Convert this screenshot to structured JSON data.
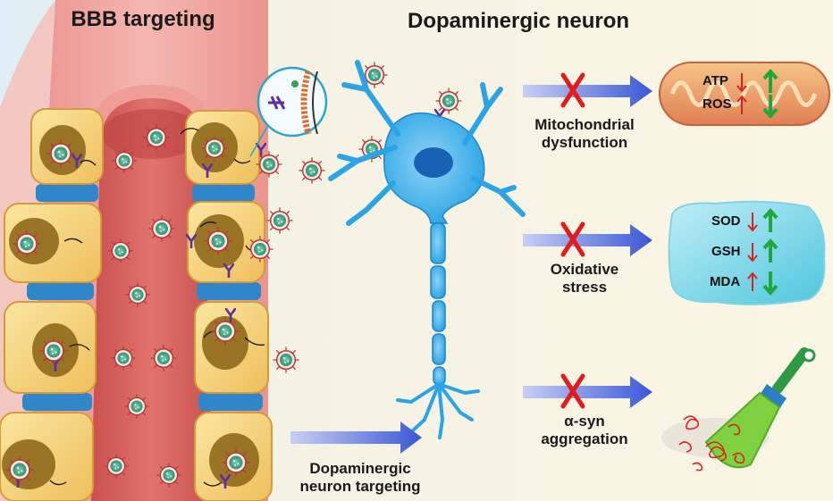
{
  "titles": {
    "bbb": "BBB targeting",
    "neuron": "Dopaminergic neuron"
  },
  "labels": {
    "neuron_targeting": [
      "Dopaminergic",
      "neuron targeting"
    ],
    "mito": [
      "Mitochondrial",
      "dysfunction"
    ],
    "oxidative": [
      "Oxidative",
      "stress"
    ],
    "asyn": [
      "α-syn",
      "aggregation"
    ]
  },
  "markers": {
    "atp": "ATP",
    "ros": "ROS",
    "sod": "SOD",
    "gsh": "GSH",
    "mda": "MDA"
  },
  "colors": {
    "blocked_x": "#e21b1b",
    "arrow_blue": "#3a58d6",
    "up_red": "#e01e1e",
    "down_green": "#1fa83a",
    "neuron": "#2aa4e6",
    "receptor": "#5b2fa0"
  },
  "icons": {
    "blocked": "red-x-icon",
    "flow": "blue-arrow-icon",
    "increase": "up-arrow-icon",
    "decrease": "down-arrow-icon",
    "cleanup": "broom-icon"
  }
}
